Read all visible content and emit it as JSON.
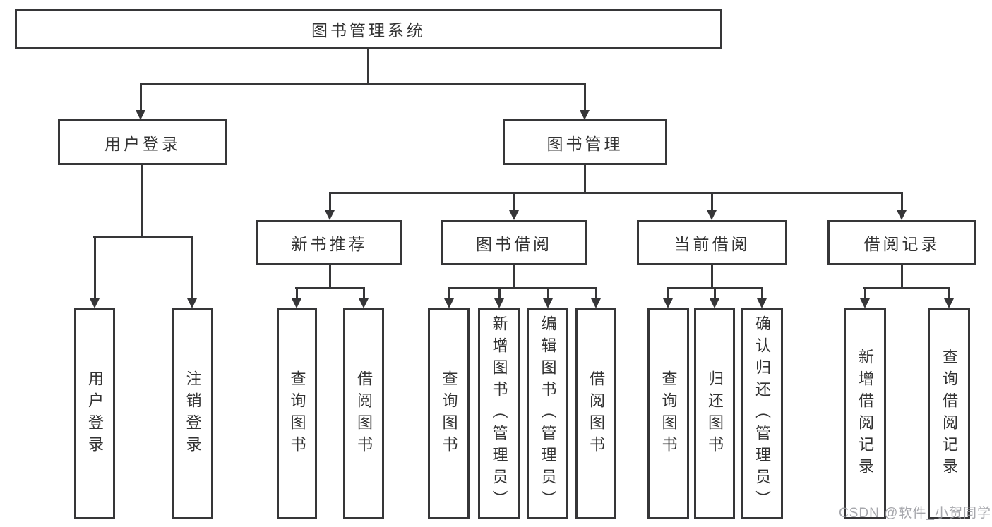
{
  "diagram_title": "图书管理系统",
  "tree": {
    "root": {
      "label": "图书管理系统"
    },
    "branches": [
      {
        "label": "用户登录",
        "children": [
          {
            "label": "用户登录"
          },
          {
            "label": "注销登录"
          }
        ]
      },
      {
        "label": "图书管理",
        "children": [
          {
            "label": "新书推荐",
            "children": [
              {
                "label": "查询图书"
              },
              {
                "label": "借阅图书"
              }
            ]
          },
          {
            "label": "图书借阅",
            "children": [
              {
                "label": "查询图书"
              },
              {
                "label": "新增图书（管理员）"
              },
              {
                "label": "编辑图书（管理员）"
              },
              {
                "label": "借阅图书"
              }
            ]
          },
          {
            "label": "当前借阅",
            "children": [
              {
                "label": "查询图书"
              },
              {
                "label": "归还图书"
              },
              {
                "label": "确认归还（管理员）"
              }
            ]
          },
          {
            "label": "借阅记录",
            "children": [
              {
                "label": "新增借阅记录"
              },
              {
                "label": "查询借阅记录"
              }
            ]
          }
        ]
      }
    ]
  },
  "watermark": "CSDN @软件_小贺同学",
  "colors": {
    "background": "#ffffff",
    "line": "#363638",
    "text": "#333333",
    "watermark": "#96989e"
  }
}
